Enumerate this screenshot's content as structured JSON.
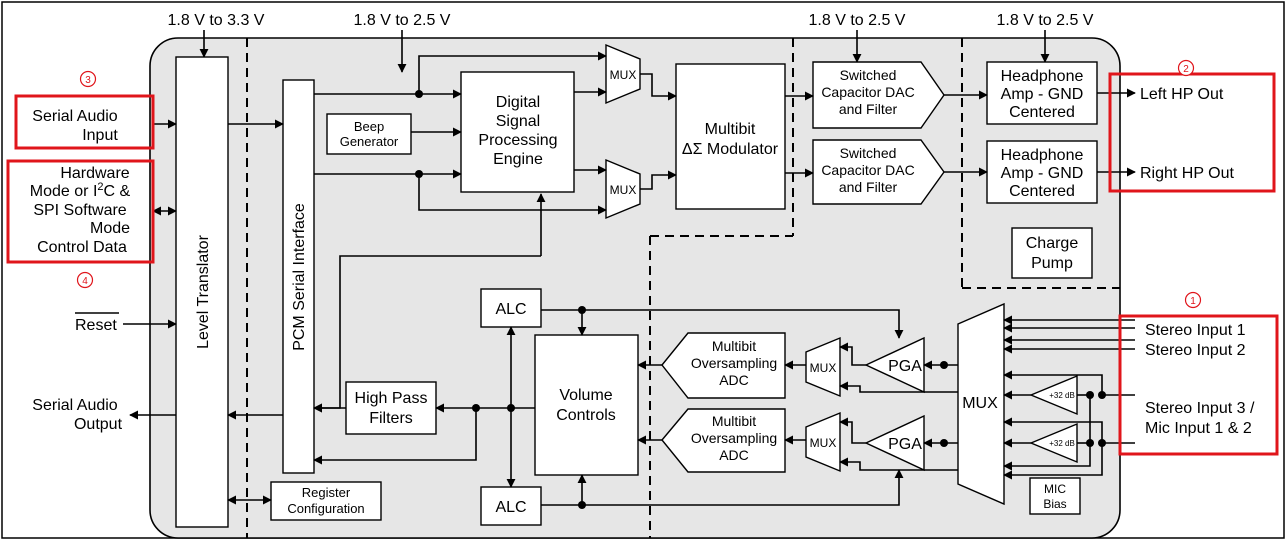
{
  "supplies": {
    "level_translator": "1.8 V to 3.3 V",
    "core": "1.8 V to 2.5 V",
    "dac": "1.8 V to 2.5 V",
    "headphone": "1.8 V to 2.5 V"
  },
  "left_io": {
    "serial_audio_input": [
      "Serial Audio",
      "Input"
    ],
    "control": [
      "Hardware",
      "Mode or I",
      "C &",
      "SPI Software",
      "Mode",
      "Control Data"
    ],
    "control_superscript": "2",
    "reset": "Reset",
    "serial_audio_output": [
      "Serial Audio",
      "Output"
    ]
  },
  "blocks": {
    "level_translator": "Level Translator",
    "pcm_serial_interface": "PCM Serial Interface",
    "beep_generator": [
      "Beep",
      "Generator"
    ],
    "dsp_engine": [
      "Digital",
      "Signal",
      "Processing",
      "Engine"
    ],
    "mux": "MUX",
    "modulator": [
      "Multibit",
      "ΔΣ Modulator"
    ],
    "dac": [
      "Switched",
      "Capacitor DAC",
      "and Filter"
    ],
    "hp_amp": [
      "Headphone",
      "Amp - GND",
      "Centered"
    ],
    "charge_pump": [
      "Charge",
      "Pump"
    ],
    "alc": "ALC",
    "volume_controls": [
      "Volume",
      "Controls"
    ],
    "high_pass_filters": [
      "High Pass",
      "Filters"
    ],
    "adc": [
      "Multibit",
      "Oversampling",
      "ADC"
    ],
    "pga": "PGA",
    "mic_gain": "+32 dB",
    "mic_bias": [
      "MIC",
      "Bias"
    ],
    "register_configuration": [
      "Register",
      "Configuration"
    ]
  },
  "outputs": {
    "left_hp": "Left HP Out",
    "right_hp": "Right HP Out"
  },
  "inputs": {
    "stereo1": "Stereo Input 1",
    "stereo2": "Stereo Input 2",
    "stereo3": [
      "Stereo Input 3 /",
      "Mic Input 1 & 2"
    ]
  },
  "callouts": [
    "1",
    "2",
    "3",
    "4"
  ],
  "colors": {
    "highlight": "#e0151b",
    "chip_fill": "#e6e6e6",
    "line": "#000000"
  }
}
